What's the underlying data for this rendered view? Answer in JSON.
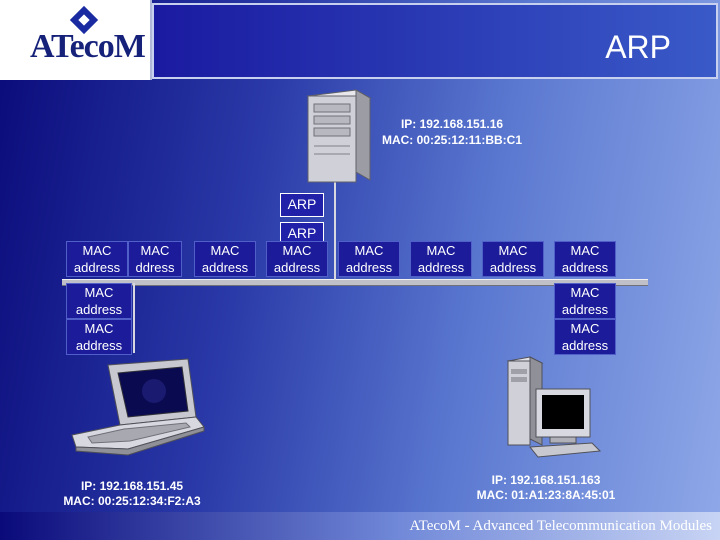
{
  "header": {
    "logo_text": "ATecoM",
    "title": "ARP"
  },
  "server": {
    "ip": "IP: 192.168.151.16",
    "mac": "MAC: 00:25:12:11:BB:C1"
  },
  "laptop": {
    "ip": "IP: 192.168.151.45",
    "mac": "MAC: 00:25:12:34:F2:A3"
  },
  "desktop": {
    "ip": "IP: 192.168.151.163",
    "mac": "MAC: 01:A1:23:8A:45:01"
  },
  "arp_labels": [
    "ARP",
    "ARP"
  ],
  "mac_line1": "MAC",
  "mac_line2": "address",
  "mac_line2_cut": "ddress",
  "footer": "ATecoM - Advanced Telecommunication Modules",
  "colors": {
    "box_fill": "#1c1c9a",
    "bus": "#c0c0c8",
    "text": "#ffffff"
  }
}
